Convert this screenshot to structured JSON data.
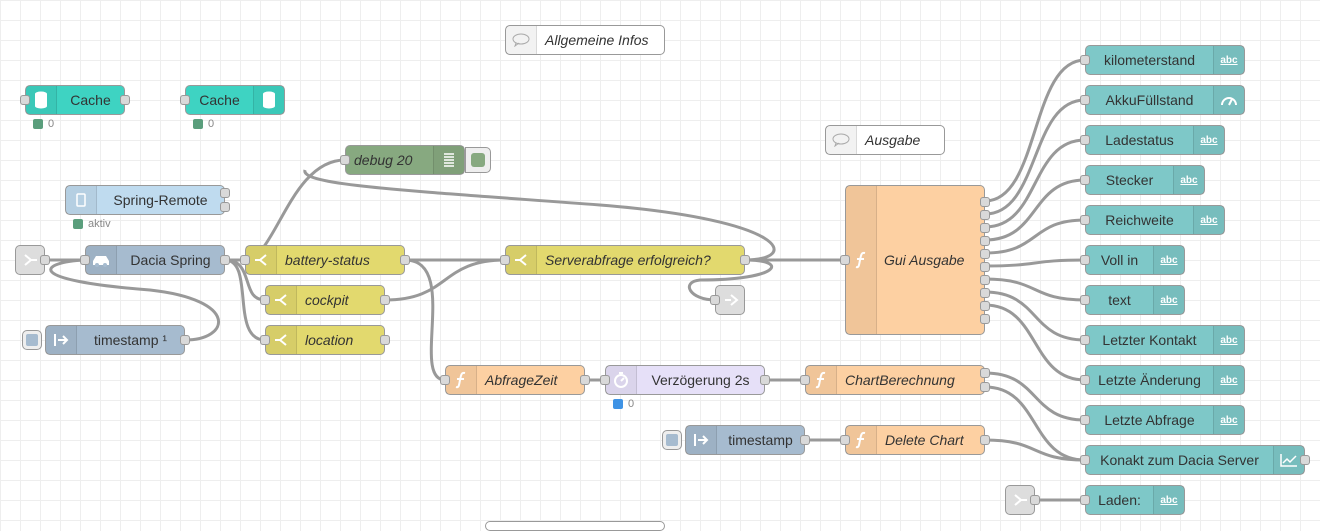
{
  "colors": {
    "template": "#3fadb5",
    "dashboard": "#7ec8c8",
    "function": "#fdd0a2",
    "switch": "#e2d96e",
    "link": "#dddddd",
    "inject": "#a6bbcf",
    "delay": "#e6e0f8",
    "debug": "#87a980",
    "cache": "#3ed3c2",
    "remote": "#bfdbef"
  },
  "nodes": {
    "comment_info": "Allgemeine Infos",
    "comment_ausgabe": "Ausgabe",
    "cache1": "Cache",
    "cache1_status": "0",
    "cache2": "Cache",
    "cache2_status": "0",
    "debug": "debug 20",
    "remote": "Spring-Remote",
    "remote_status": "aktiv",
    "dacia": "Dacia Spring",
    "battery": "battery-status",
    "cockpit": "cockpit",
    "location": "location",
    "ts1": "timestamp ¹",
    "server": "Serverabfrage erfolgreich?",
    "gui": "Gui Ausgabe",
    "abfrage": "AbfrageZeit",
    "delay": "Verzögerung 2s",
    "delay_status": "0",
    "chart": "ChartBerechnung",
    "ts2": "timestamp",
    "delete": "Delete Chart"
  },
  "outputs": [
    {
      "label": "kilometerstand",
      "icon": "abc-icon"
    },
    {
      "label": "AkkuFüllstand",
      "icon": "gauge-icon"
    },
    {
      "label": "Ladestatus",
      "icon": "abc-icon"
    },
    {
      "label": "Stecker",
      "icon": "abc-icon"
    },
    {
      "label": "Reichweite",
      "icon": "abc-icon"
    },
    {
      "label": "Voll in",
      "icon": "abc-icon"
    },
    {
      "label": "text",
      "icon": "abc-icon"
    },
    {
      "label": "Letzter Kontakt",
      "icon": "abc-icon"
    },
    {
      "label": "Letzte Änderung",
      "icon": "abc-icon"
    },
    {
      "label": "Letzte Abfrage",
      "icon": "abc-icon"
    },
    {
      "label": "Konakt zum Dacia Server",
      "icon": "chart-icon"
    },
    {
      "label": "Laden:",
      "icon": "abc-icon"
    }
  ],
  "icon_text": {
    "abc": "abc"
  }
}
